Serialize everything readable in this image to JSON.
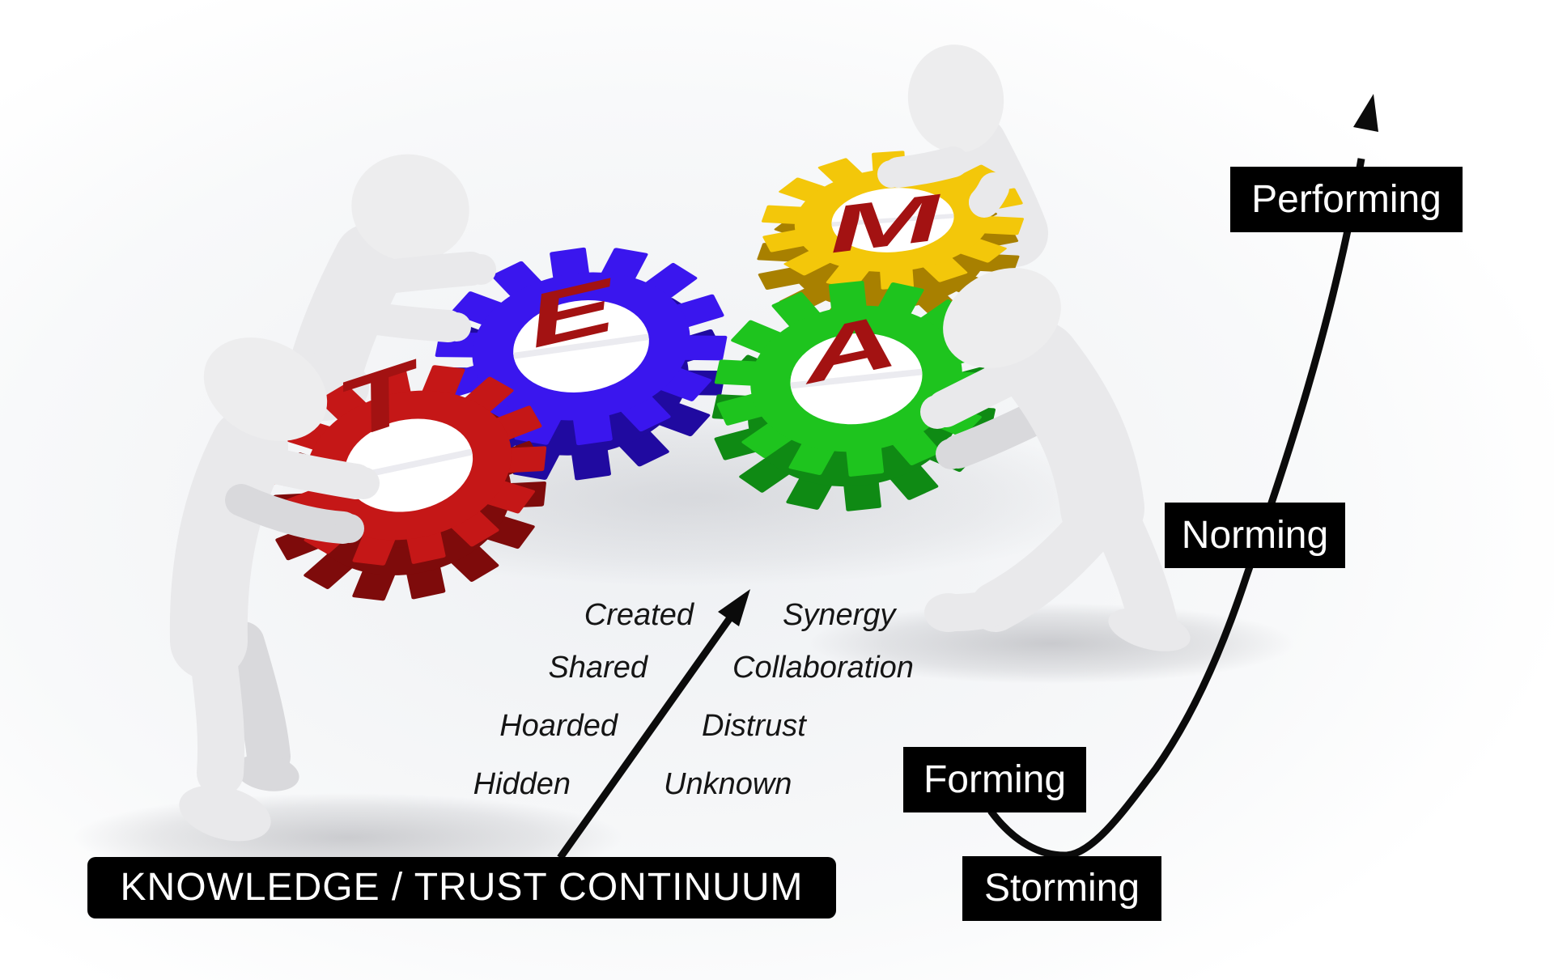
{
  "diagram": {
    "stages": [
      {
        "label": "Performing"
      },
      {
        "label": "Norming"
      },
      {
        "label": "Forming"
      },
      {
        "label": "Storming"
      }
    ],
    "continuum": {
      "title": "KNOWLEDGE / TRUST CONTINUUM",
      "knowledge_words": [
        "Created",
        "Shared",
        "Hoarded",
        "Hidden"
      ],
      "trust_words": [
        "Synergy",
        "Collaboration",
        "Distrust",
        "Unknown"
      ]
    },
    "gears": [
      {
        "letter": "T",
        "color_name": "red",
        "face": "#c51717",
        "depth": "#7e0b0b"
      },
      {
        "letter": "E",
        "color_name": "blue",
        "face": "#3a16ee",
        "depth": "#200aa0"
      },
      {
        "letter": "A",
        "color_name": "green",
        "face": "#1ec41e",
        "depth": "#0f8a14"
      },
      {
        "letter": "M",
        "color_name": "yellow",
        "face": "#f3c70a",
        "depth": "#a88000"
      }
    ],
    "colors": {
      "label_bg": "#000000",
      "label_fg": "#ffffff",
      "arrow": "#0b0b0b",
      "gear_letter": "#a31212",
      "figure_body": "#e9e9eb",
      "background": "#ffffff"
    }
  }
}
